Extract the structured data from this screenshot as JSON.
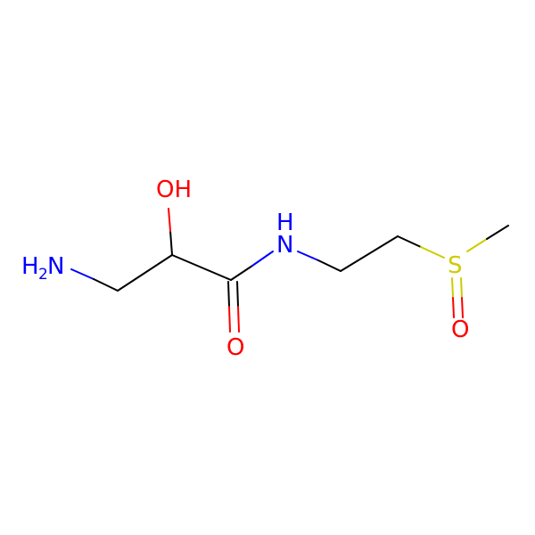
{
  "molecule": {
    "atoms": {
      "amine": {
        "label": "N",
        "h": "H",
        "h_count": "2"
      },
      "hydroxyl": {
        "label": "OH"
      },
      "amide_n": {
        "label": "N",
        "h": "H"
      },
      "carbonyl_o": {
        "label": "O"
      },
      "sulfur": {
        "label": "S"
      },
      "sulfoxide_o": {
        "label": "O"
      }
    }
  },
  "colors": {
    "bond": "#000000",
    "nitrogen": "#0000ff",
    "oxygen": "#ff0000",
    "sulfur": "#cccc00",
    "background": "#ffffff"
  }
}
